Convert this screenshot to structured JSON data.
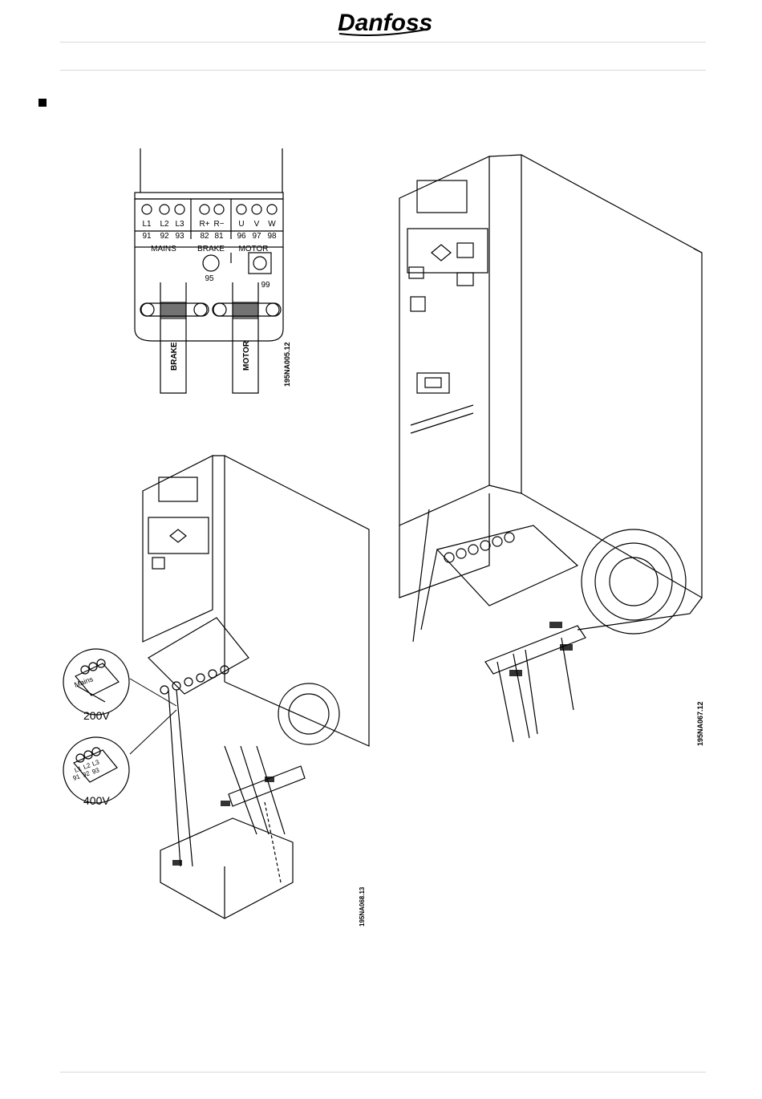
{
  "header": {
    "logo_text": "Danfoss"
  },
  "terminal_diagram": {
    "terminals": [
      {
        "label": "L1",
        "number": "91"
      },
      {
        "label": "L2",
        "number": "92"
      },
      {
        "label": "L3",
        "number": "93"
      },
      {
        "label": "R+",
        "number": "82"
      },
      {
        "label": "R−",
        "number": "81"
      },
      {
        "label": "U",
        "number": "96"
      },
      {
        "label": "V",
        "number": "97"
      },
      {
        "label": "W",
        "number": "98"
      }
    ],
    "group_mains": "MAINS",
    "group_brake": "BRAKE",
    "group_motor": "MOTOR",
    "earth_brake": "95",
    "earth_motor": "99",
    "cable_brake": "BRAKE",
    "cable_motor": "MOTOR",
    "code": "195NA005.12"
  },
  "small_unit": {
    "code": "195NA068.13",
    "inset_top": {
      "text": "Mains",
      "voltage": "200V"
    },
    "inset_bottom": {
      "labels": [
        "L1",
        "L2",
        "L3"
      ],
      "numbers": [
        "91",
        "92",
        "93"
      ],
      "voltage": "400V"
    }
  },
  "large_unit": {
    "code": "195NA067.12"
  }
}
